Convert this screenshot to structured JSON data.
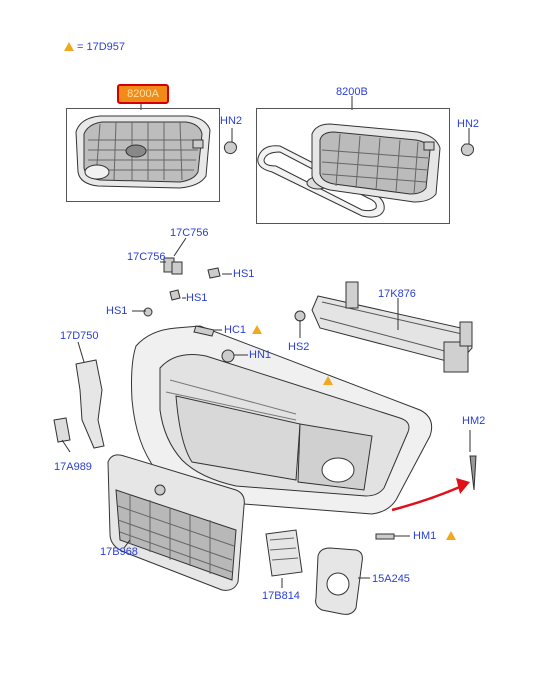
{
  "legend": {
    "text": "= 17D957"
  },
  "highlighted_part": "8200A",
  "labels": {
    "l8200b": "8200B",
    "hn2_a": "HN2",
    "hn2_b": "HN2",
    "c17c756a": "17C756",
    "c17c756b": "17C756",
    "hs1a": "HS1",
    "hs1b": "HS1",
    "hs1c": "HS1",
    "hc1": "HC1",
    "hn1": "HN1",
    "k876": "17K876",
    "hs2": "HS2",
    "d750": "17D750",
    "a989": "17A989",
    "b968": "17B968",
    "b814": "17B814",
    "a245": "15A245",
    "hm2": "HM2",
    "hm1": "HM1"
  },
  "colors": {
    "label": "#2a3fd6",
    "warning": "#f0a91e",
    "highlight": "#f28a1a",
    "arrow": "#e0101a"
  }
}
